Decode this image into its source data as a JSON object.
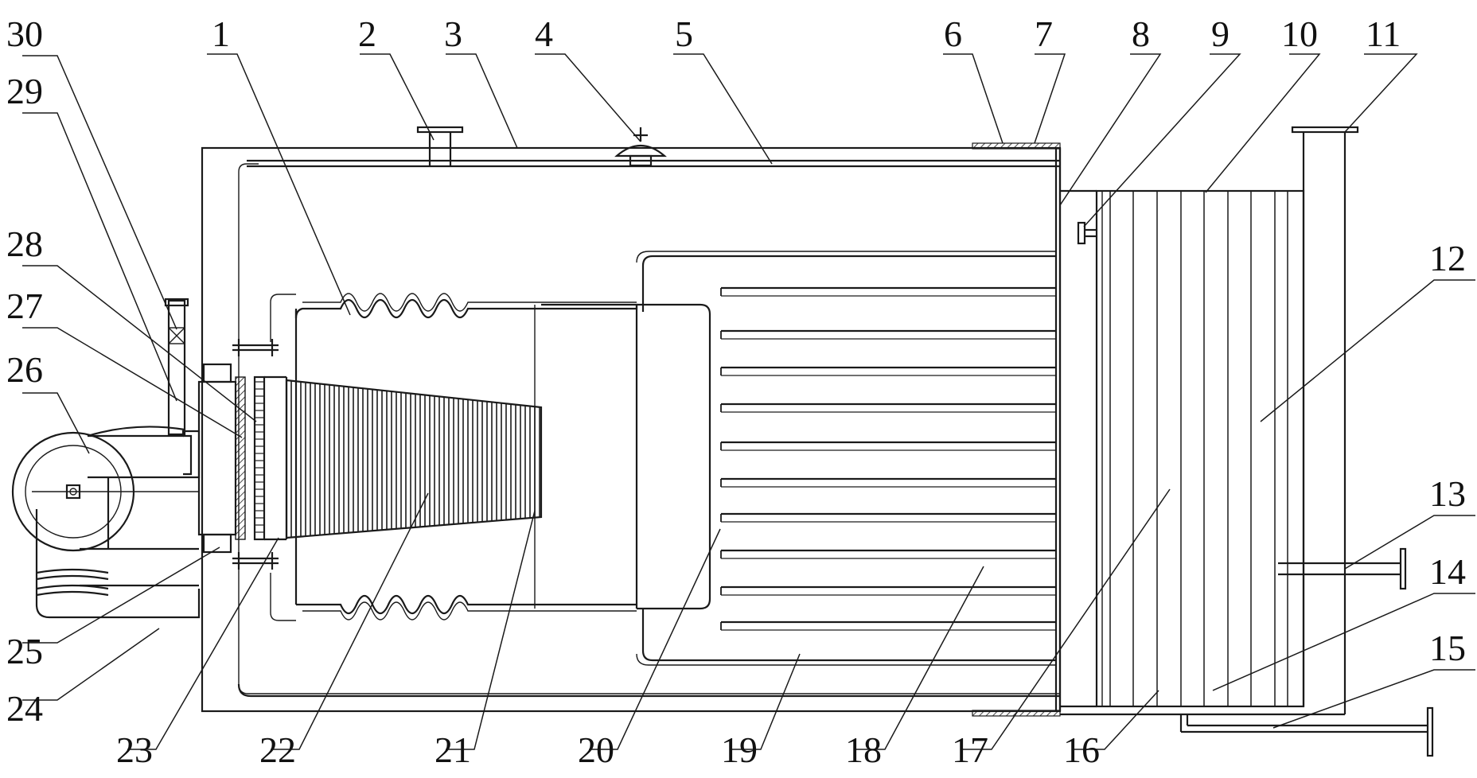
{
  "figure": {
    "labels": [
      "1",
      "2",
      "3",
      "4",
      "5",
      "6",
      "7",
      "8",
      "9",
      "10",
      "11",
      "12",
      "13",
      "14",
      "15",
      "16",
      "17",
      "18",
      "19",
      "20",
      "21",
      "22",
      "23",
      "24",
      "25",
      "26",
      "27",
      "28",
      "29",
      "30"
    ]
  }
}
